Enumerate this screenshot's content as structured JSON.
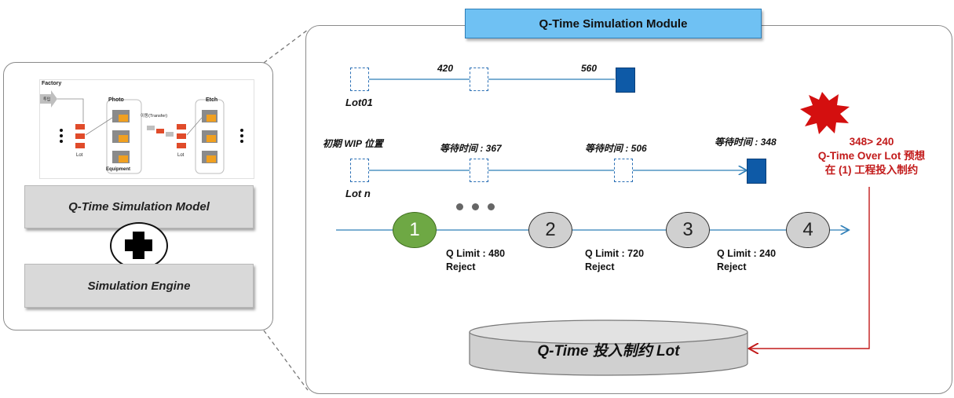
{
  "module_title": "Q-Time Simulation Module",
  "left": {
    "model_label": "Q-Time Simulation Model",
    "engine_label": "Simulation Engine",
    "thumbnail": {
      "factory": "Factory",
      "photo": "Photo",
      "etch": "Etch",
      "lot_left": "Lot",
      "lot_right": "Lot",
      "equipment": "Equipment",
      "transfer": "이동(Transfer)",
      "input": "투입"
    }
  },
  "lot01": {
    "label": "Lot01",
    "time_a": "420",
    "time_b": "560"
  },
  "lotn": {
    "label": "Lot n",
    "wip_label": "初期 WIP 位置",
    "wait1": "等待时间 : 367",
    "wait2": "等待时间 : 506",
    "wait3": "等待时间 : 348"
  },
  "process": {
    "steps": [
      "1",
      "2",
      "3",
      "4"
    ],
    "limits": [
      {
        "limit": "Q Limit : 480",
        "action": "Reject"
      },
      {
        "limit": "Q Limit : 720",
        "action": "Reject"
      },
      {
        "limit": "Q Limit : 240",
        "action": "Reject"
      }
    ]
  },
  "alert": {
    "line1": "348> 240",
    "line2": "Q-Time Over Lot 预想",
    "line3": "在 (1) 工程投入制约"
  },
  "result": {
    "label": "Q-Time 投入制约 Lot"
  },
  "colors": {
    "module_title_bg": "#6fc1f3",
    "lot_solid": "#0e5aa7",
    "step1": "#6ea844",
    "alert_red": "#c21a1a",
    "flow_line": "#2f7fb8"
  }
}
